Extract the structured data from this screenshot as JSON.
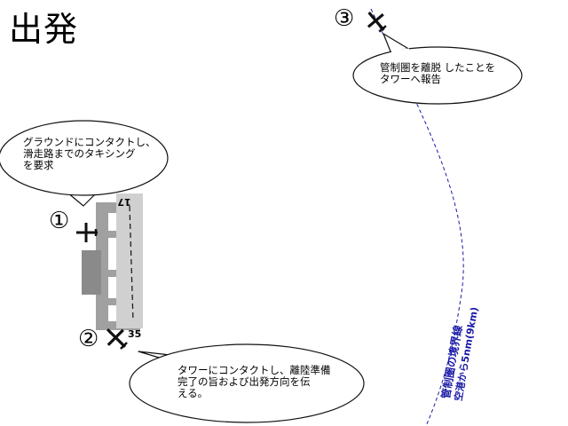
{
  "title": "出発",
  "markers": {
    "step1": "①",
    "step2": "②",
    "step3": "③"
  },
  "runway": {
    "north_number": "17",
    "south_number": "35"
  },
  "bubbles": {
    "ground": "グラウンドにコンタクトし、\n滑走路までのタキシング\nを要求",
    "tower_departure": "タワーにコンタクトし、離陸準備\n完了の旨および出発方向を伝\nえる。",
    "tower_exit": "管制圏を離脱 したことを\nタワーへ報告"
  },
  "boundary": {
    "label_line1": "管制圏の境界線",
    "label_line2": "空港から5nm(9km)"
  },
  "colors": {
    "boundary": "#1a1aa8",
    "taxiway": "#a0a0a0",
    "runway": "#d0d0d0",
    "apron": "#8a8a8a"
  }
}
